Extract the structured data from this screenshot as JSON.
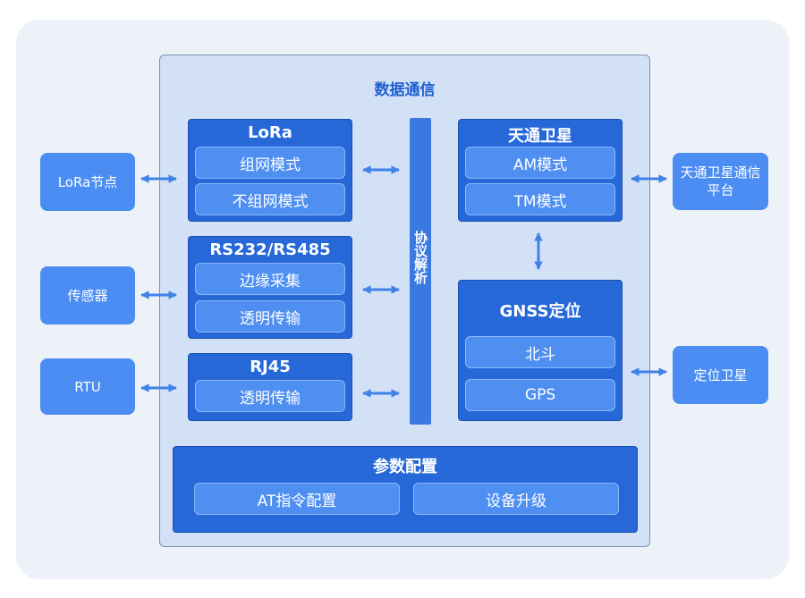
{
  "core": {
    "title": "数据通信",
    "bus_label": "协议解析",
    "lora": {
      "title": "LoRa",
      "items": [
        "组网模式",
        "不组网模式"
      ]
    },
    "rs": {
      "title": "RS232/RS485",
      "items": [
        "边缘采集",
        "透明传输"
      ]
    },
    "rj45": {
      "title": "RJ45",
      "items": [
        "透明传输"
      ]
    },
    "tiantong": {
      "title": "天通卫星",
      "items": [
        "AM模式",
        "TM模式"
      ]
    },
    "gnss": {
      "title": "GNSS定位",
      "items": [
        "北斗",
        "GPS"
      ]
    },
    "config": {
      "title": "参数配置",
      "items": [
        "AT指令配置",
        "设备升级"
      ]
    }
  },
  "external_left": [
    "LoRa节点",
    "传感器",
    "RTU"
  ],
  "external_right": [
    "天通卫星通信平台",
    "定位卫星"
  ],
  "colors": {
    "canvas": "#edf1f8",
    "core_bg": "#d3e1f7",
    "module_dark": "#2668d8",
    "module_light": "#4e8ff1",
    "external": "#4b8df3",
    "arrow": "#3f82e8",
    "title": "#1f5fcf"
  }
}
